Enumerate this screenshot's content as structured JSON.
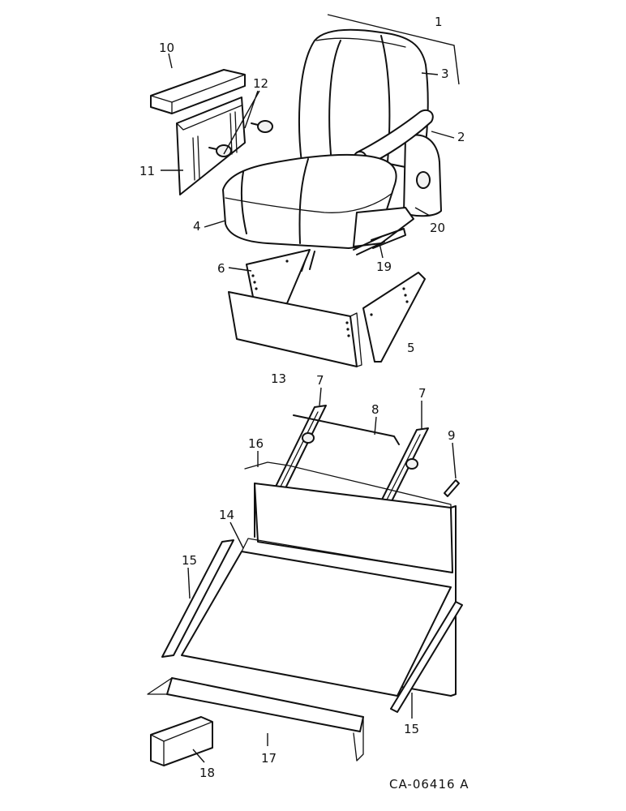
{
  "diagram": {
    "drawing_code": "CA-06416 A",
    "callouts": [
      {
        "id": "1",
        "label": "1"
      },
      {
        "id": "2",
        "label": "2"
      },
      {
        "id": "3",
        "label": "3"
      },
      {
        "id": "4",
        "label": "4"
      },
      {
        "id": "5",
        "label": "5"
      },
      {
        "id": "6",
        "label": "6"
      },
      {
        "id": "7a",
        "label": "7"
      },
      {
        "id": "7b",
        "label": "7"
      },
      {
        "id": "8",
        "label": "8"
      },
      {
        "id": "9",
        "label": "9"
      },
      {
        "id": "10",
        "label": "10"
      },
      {
        "id": "11",
        "label": "11"
      },
      {
        "id": "12",
        "label": "12"
      },
      {
        "id": "13",
        "label": "13"
      },
      {
        "id": "14",
        "label": "14"
      },
      {
        "id": "15a",
        "label": "15"
      },
      {
        "id": "15b",
        "label": "15"
      },
      {
        "id": "16",
        "label": "16"
      },
      {
        "id": "17",
        "label": "17"
      },
      {
        "id": "18",
        "label": "18"
      },
      {
        "id": "19",
        "label": "19"
      },
      {
        "id": "20",
        "label": "20"
      }
    ]
  }
}
